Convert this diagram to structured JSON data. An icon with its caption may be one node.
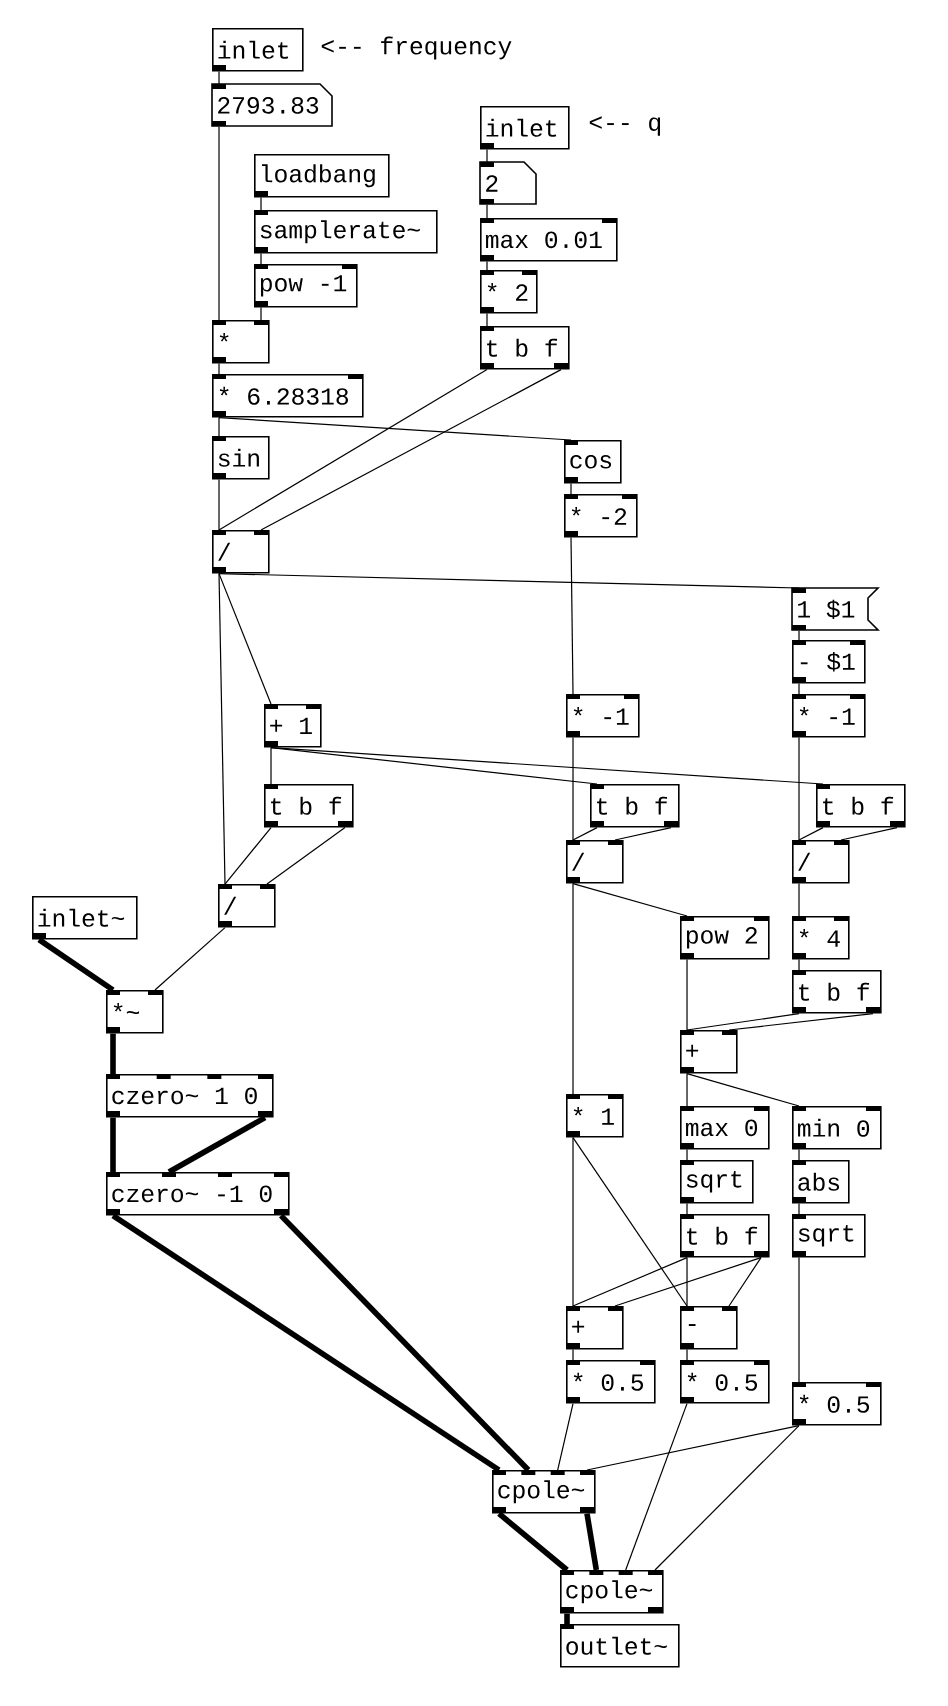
{
  "diagram": {
    "nodes": [
      {
        "text": [
          "inlet"
        ]
      },
      {
        "text": [
          "2793.83"
        ]
      },
      {
        "text": [
          "loadbang"
        ]
      },
      {
        "text": [
          "samplerate~"
        ]
      },
      {
        "text": [
          "pow -1"
        ]
      },
      {
        "text": [
          "inlet"
        ]
      },
      {
        "text": [
          "2"
        ]
      },
      {
        "text": [
          "max 0.01"
        ]
      },
      {
        "text": [
          "* 2"
        ]
      },
      {
        "text": [
          "t b f"
        ]
      },
      {
        "text": [
          "*"
        ]
      },
      {
        "text": [
          "* 6.28318"
        ]
      },
      {
        "text": [
          "sin"
        ]
      },
      {
        "text": [
          "cos"
        ]
      },
      {
        "text": [
          "* -2"
        ]
      },
      {
        "text": [
          "/"
        ]
      },
      {
        "text": [
          "1 $1"
        ]
      },
      {
        "text": [
          "- $1"
        ]
      },
      {
        "text": [
          "* -1"
        ]
      },
      {
        "text": [
          "* -1"
        ]
      },
      {
        "text": [
          "+ 1"
        ]
      },
      {
        "text": [
          "t b f"
        ]
      },
      {
        "text": [
          "t b f"
        ]
      },
      {
        "text": [
          "t b f"
        ]
      },
      {
        "text": [
          "/"
        ]
      },
      {
        "text": [
          "/"
        ]
      },
      {
        "text": [
          "/"
        ]
      },
      {
        "text": [
          "inlet~"
        ]
      },
      {
        "text": [
          "*~"
        ]
      },
      {
        "text": [
          "pow 2"
        ]
      },
      {
        "text": [
          "* 4"
        ]
      },
      {
        "text": [
          "t b f"
        ]
      },
      {
        "text": [
          "+"
        ]
      },
      {
        "text": [
          "czero~ 1 0"
        ]
      },
      {
        "text": [
          "* 1"
        ]
      },
      {
        "text": [
          "max 0"
        ]
      },
      {
        "text": [
          "min 0"
        ]
      },
      {
        "text": [
          "sqrt"
        ]
      },
      {
        "text": [
          "abs"
        ]
      },
      {
        "text": [
          "t b f"
        ]
      },
      {
        "text": [
          "sqrt"
        ]
      },
      {
        "text": [
          "czero~ -1 0"
        ]
      },
      {
        "text": [
          "+"
        ]
      },
      {
        "text": [
          "-"
        ]
      },
      {
        "text": [
          "* 0.5"
        ]
      },
      {
        "text": [
          "* 0.5"
        ]
      },
      {
        "text": [
          "* 0.5"
        ]
      },
      {
        "text": [
          "cpole~"
        ]
      },
      {
        "text": [
          "cpole~"
        ]
      },
      {
        "text": [
          "outlet~"
        ]
      }
    ],
    "edges": [
      {
        "from": 0,
        "to": 1,
        "arrow": "none"
      },
      {
        "from": 1,
        "to": 10,
        "arrow": "none"
      },
      {
        "from": 2,
        "to": 3,
        "arrow": "none"
      },
      {
        "from": 3,
        "to": 4,
        "arrow": "none"
      },
      {
        "from": 4,
        "to": 10,
        "arrow": "none"
      },
      {
        "from": 5,
        "to": 6,
        "arrow": "none"
      },
      {
        "from": 6,
        "to": 7,
        "arrow": "none"
      },
      {
        "from": 7,
        "to": 8,
        "arrow": "none"
      },
      {
        "from": 8,
        "to": 9,
        "arrow": "none"
      },
      {
        "from": 9,
        "to": 15,
        "arrow": "none"
      },
      {
        "from": 9,
        "to": 15,
        "arrow": "none"
      },
      {
        "from": 10,
        "to": 11,
        "arrow": "none"
      },
      {
        "from": 11,
        "to": 12,
        "arrow": "none"
      },
      {
        "from": 11,
        "to": 13,
        "arrow": "none"
      },
      {
        "from": 12,
        "to": 15,
        "arrow": "none"
      },
      {
        "from": 13,
        "to": 14,
        "arrow": "none"
      },
      {
        "from": 14,
        "to": 19,
        "arrow": "none"
      },
      {
        "from": 15,
        "to": 16,
        "arrow": "none"
      },
      {
        "from": 15,
        "to": 20,
        "arrow": "none"
      },
      {
        "from": 15,
        "to": 26,
        "arrow": "none"
      },
      {
        "from": 16,
        "to": 17,
        "arrow": "none"
      },
      {
        "from": 17,
        "to": 18,
        "arrow": "none"
      },
      {
        "from": 18,
        "to": 25,
        "arrow": "none"
      },
      {
        "from": 20,
        "to": 21,
        "arrow": "none"
      },
      {
        "from": 20,
        "to": 22,
        "arrow": "none"
      },
      {
        "from": 20,
        "to": 23,
        "arrow": "none"
      },
      {
        "from": 21,
        "to": 26,
        "arrow": "none"
      },
      {
        "from": 21,
        "to": 26,
        "arrow": "none"
      },
      {
        "from": 19,
        "to": 24,
        "arrow": "none"
      },
      {
        "from": 22,
        "to": 24,
        "arrow": "none"
      },
      {
        "from": 22,
        "to": 24,
        "arrow": "none"
      },
      {
        "from": 23,
        "to": 25,
        "arrow": "none"
      },
      {
        "from": 23,
        "to": 25,
        "arrow": "none"
      },
      {
        "from": 24,
        "to": 34,
        "arrow": "none"
      },
      {
        "from": 24,
        "to": 29,
        "arrow": "none"
      },
      {
        "from": 26,
        "to": 28,
        "arrow": "none"
      },
      {
        "from": 27,
        "to": 28,
        "arrow": "none",
        "style": "thick"
      },
      {
        "from": 25,
        "to": 30,
        "arrow": "none"
      },
      {
        "from": 30,
        "to": 31,
        "arrow": "none"
      },
      {
        "from": 29,
        "to": 32,
        "arrow": "none"
      },
      {
        "from": 31,
        "to": 32,
        "arrow": "none"
      },
      {
        "from": 31,
        "to": 32,
        "arrow": "none"
      },
      {
        "from": 32,
        "to": 35,
        "arrow": "none"
      },
      {
        "from": 32,
        "to": 36,
        "arrow": "none"
      },
      {
        "from": 28,
        "to": 33,
        "arrow": "none",
        "style": "thick"
      },
      {
        "from": 33,
        "to": 41,
        "arrow": "none",
        "style": "thick"
      },
      {
        "from": 33,
        "to": 41,
        "arrow": "none",
        "style": "thick"
      },
      {
        "from": 35,
        "to": 37,
        "arrow": "none"
      },
      {
        "from": 36,
        "to": 38,
        "arrow": "none"
      },
      {
        "from": 37,
        "to": 39,
        "arrow": "none"
      },
      {
        "from": 38,
        "to": 40,
        "arrow": "none"
      },
      {
        "from": 34,
        "to": 42,
        "arrow": "none"
      },
      {
        "from": 34,
        "to": 43,
        "arrow": "none"
      },
      {
        "from": 39,
        "to": 42,
        "arrow": "none"
      },
      {
        "from": 39,
        "to": 42,
        "arrow": "none"
      },
      {
        "from": 39,
        "to": 43,
        "arrow": "none"
      },
      {
        "from": 39,
        "to": 43,
        "arrow": "none"
      },
      {
        "from": 42,
        "to": 44,
        "arrow": "none"
      },
      {
        "from": 43,
        "to": 45,
        "arrow": "none"
      },
      {
        "from": 40,
        "to": 46,
        "arrow": "none"
      },
      {
        "from": 41,
        "to": 47,
        "arrow": "none",
        "style": "thick"
      },
      {
        "from": 41,
        "to": 47,
        "arrow": "none",
        "style": "thick"
      },
      {
        "from": 44,
        "to": 47,
        "arrow": "none"
      },
      {
        "from": 46,
        "to": 47,
        "arrow": "none"
      },
      {
        "from": 47,
        "to": 48,
        "arrow": "none",
        "style": "thick"
      },
      {
        "from": 47,
        "to": 48,
        "arrow": "none",
        "style": "thick"
      },
      {
        "from": 45,
        "to": 48,
        "arrow": "none"
      },
      {
        "from": 46,
        "to": 48,
        "arrow": "none"
      },
      {
        "from": 48,
        "to": 49,
        "arrow": "none",
        "style": "thick"
      }
    ],
    "labels": [
      "<-- frequency",
      "<-- q"
    ]
  }
}
